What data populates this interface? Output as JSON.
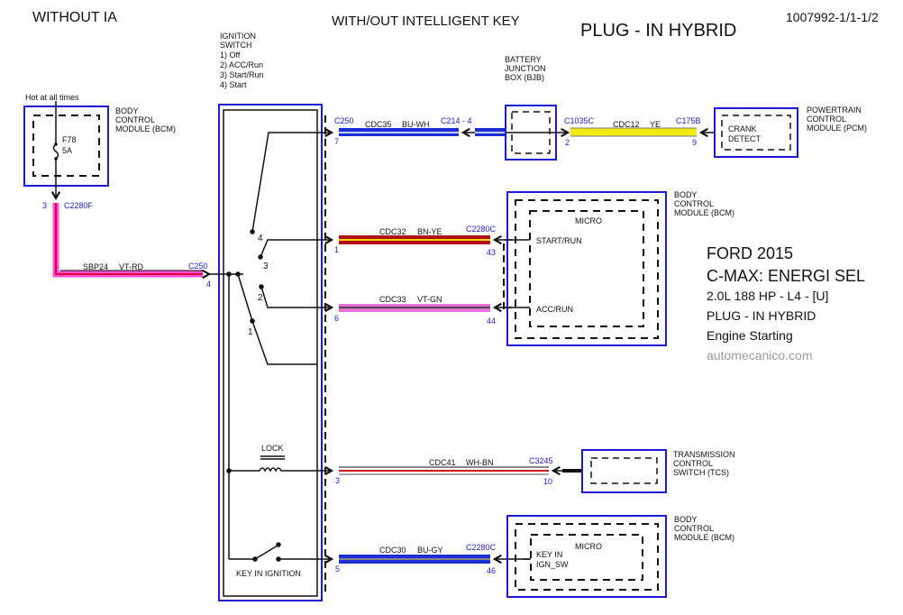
{
  "header": {
    "left_title": "WITHOUT IA",
    "center_title": "WITH/OUT INTELLIGENT KEY",
    "main_title": "PLUG - IN HYBRID",
    "doc_id": "1007992-1/1-1/2"
  },
  "info_block": {
    "line1": "FORD 2015",
    "line2": "C-MAX: ENERGI SEL",
    "line3": "2.0L 188 HP - L4 - [U]",
    "line4": "PLUG - IN HYBRID",
    "line5": "Engine Starting",
    "watermark": "automecanico.com"
  },
  "ignition_switch": {
    "label_lines": [
      "IGNITION",
      "SWITCH",
      "1) Off",
      "2) ACC/Run",
      "3) Start/Run",
      "4) Start"
    ],
    "positions": [
      "1",
      "2",
      "3",
      "4"
    ],
    "lock_label": "LOCK",
    "key_in_label": "KEY IN IGNITION"
  },
  "bcm_fuse": {
    "hot_label": "Hot at all times",
    "module_lines": [
      "BODY",
      "CONTROL",
      "MODULE (BCM)"
    ],
    "fuse_name": "F78",
    "fuse_rating": "5A",
    "connector": "C2280F",
    "pin": "3"
  },
  "bjb": {
    "label_lines": [
      "BATTERY",
      "JUNCTION",
      "BOX (BJB)"
    ]
  },
  "pcm": {
    "label_lines": [
      "POWERTRAIN",
      "CONTROL",
      "MODULE (PCM)"
    ],
    "inner_lines": [
      "CRANK",
      "DETECT"
    ]
  },
  "bcm_micro_1": {
    "label_lines": [
      "BODY",
      "CONTROL",
      "MODULE (BCM)"
    ],
    "micro": "MICRO",
    "signals": [
      "START/RUN",
      "ACC/RUN"
    ]
  },
  "tcs": {
    "label_lines": [
      "TRANSMISSION",
      "CONTROL",
      "SWITCH (TCS)"
    ]
  },
  "bcm_micro_2": {
    "label_lines": [
      "BODY",
      "CONTROL",
      "MODULE (BCM)"
    ],
    "micro": "MICRO",
    "signal_lines": [
      "KEY IN",
      "IGN_SW"
    ]
  },
  "colors": {
    "module_border": "#1a1ad6",
    "connector_text": "#1a1ad6",
    "wire_vt_rd_outer": "#ff4fd8",
    "wire_vt_rd_stripe": "#e0003c",
    "wire_bu": "#1a2fd6",
    "wire_ye": "#f2ea12",
    "wire_bn_ye_outer": "#b01010",
    "wire_bn_ye_stripe": "#f5d800",
    "wire_vt_gn_outer": "#e870d8",
    "wire_wh_bn_stripe": "#d01818"
  },
  "wires": [
    {
      "circuit": "SBP24",
      "color": "VT-RD",
      "from_connector": "C2280F",
      "from_pin": "3",
      "to_connector": "C250",
      "to_pin": "4"
    },
    {
      "circuit": "CDC35",
      "color": "BU-WH",
      "from_connector": "C250",
      "from_pin": "7",
      "to_connector": "C214",
      "to_pin": "4"
    },
    {
      "circuit": "CDC12",
      "color": "YE",
      "from_connector": "C1035C",
      "from_pin": "2",
      "to_connector": "C175B",
      "to_pin": "9"
    },
    {
      "circuit": "CDC32",
      "color": "BN-YE",
      "from_connector": "",
      "from_pin": "1",
      "to_connector": "C2280C",
      "to_pin": "43"
    },
    {
      "circuit": "CDC33",
      "color": "VT-GN",
      "from_connector": "",
      "from_pin": "6",
      "to_connector": "",
      "to_pin": "44"
    },
    {
      "circuit": "CDC41",
      "color": "WH-BN",
      "from_connector": "",
      "from_pin": "3",
      "to_connector": "C3245",
      "to_pin": "10"
    },
    {
      "circuit": "CDC30",
      "color": "BU-GY",
      "from_connector": "",
      "from_pin": "5",
      "to_connector": "C2280C",
      "to_pin": "46"
    }
  ],
  "c214_label": "C214  -  4"
}
